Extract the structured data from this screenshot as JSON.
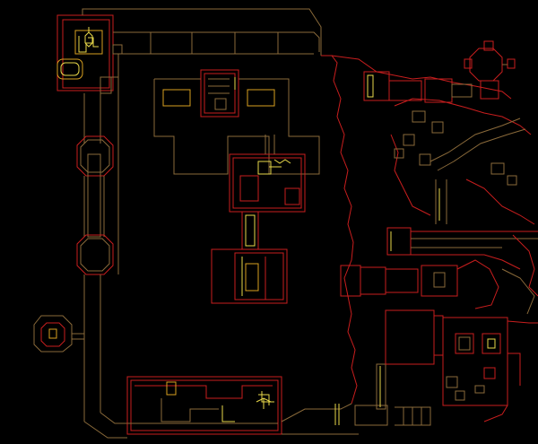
{
  "automap": {
    "mode": "automap",
    "colors": {
      "background": "#000000",
      "solid_wall": "#c81e1e",
      "floor_change": "#8a6a3a",
      "ceiling_change": "#e8d84a",
      "special": "#d8a020"
    },
    "markers": [
      {
        "name": "key-marker",
        "icon": "key-icon"
      },
      {
        "name": "player-marker",
        "icon": "arrow-icon"
      }
    ]
  }
}
